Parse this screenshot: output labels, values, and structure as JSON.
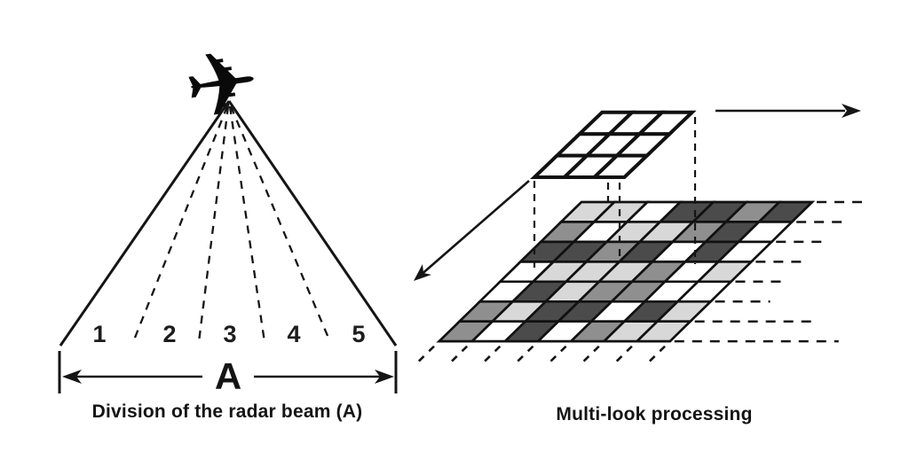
{
  "canvas": {
    "background": "#ffffff"
  },
  "left_figure": {
    "airplane_glyph": "✈",
    "beam_labels": [
      "1",
      "2",
      "3",
      "4",
      "5"
    ],
    "span_label": "A",
    "caption": "Division of the radar beam (A)"
  },
  "right_figure": {
    "caption": "Multi-look processing",
    "small_grid": {
      "rows": 3,
      "cols": 3,
      "cell_fill": "#ffffff"
    },
    "big_grid": {
      "rows": 7,
      "cols": 7,
      "legend": {
        "W": "#ffffff",
        "L": "#d8d8d8",
        "G": "#8f8f8f",
        "D": "#4b4b4b"
      },
      "cells": [
        [
          "L",
          "L",
          "W",
          "D",
          "D",
          "G",
          "D"
        ],
        [
          "G",
          "W",
          "L",
          "L",
          "G",
          "D",
          "W"
        ],
        [
          "D",
          "D",
          "G",
          "D",
          "W",
          "D",
          "W"
        ],
        [
          "W",
          "L",
          "L",
          "L",
          "G",
          "W",
          "L"
        ],
        [
          "W",
          "D",
          "L",
          "G",
          "G",
          "W",
          "W"
        ],
        [
          "G",
          "L",
          "D",
          "D",
          "W",
          "D",
          "L"
        ],
        [
          "G",
          "W",
          "D",
          "W",
          "G",
          "L",
          "L"
        ]
      ]
    }
  }
}
